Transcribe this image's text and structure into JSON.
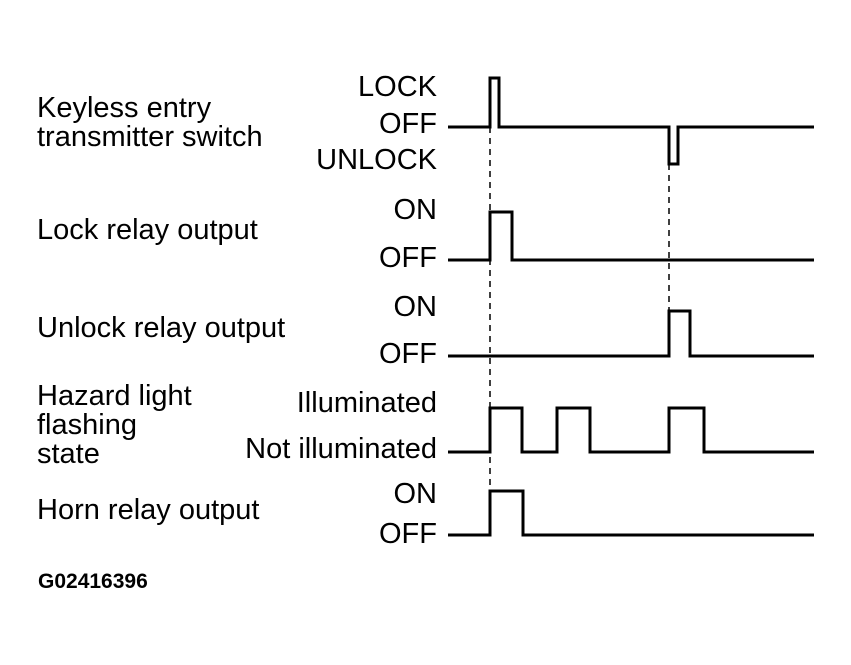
{
  "signals": [
    {
      "id": "keyless",
      "name": "Keyless entry transmitter switch",
      "name_lines": [
        "Keyless entry",
        "transmitter switch"
      ],
      "states": [
        "LOCK",
        "OFF",
        "UNLOCK"
      ]
    },
    {
      "id": "lock",
      "name": "Lock relay output",
      "name_lines": [
        "Lock relay output"
      ],
      "states": [
        "ON",
        "OFF"
      ]
    },
    {
      "id": "unlock",
      "name": "Unlock relay output",
      "name_lines": [
        "Unlock relay output"
      ],
      "states": [
        "ON",
        "OFF"
      ]
    },
    {
      "id": "hazard",
      "name": "Hazard light flashing state",
      "name_lines": [
        "Hazard light",
        "flashing",
        "state"
      ],
      "states": [
        "Illuminated",
        "Not illuminated"
      ]
    },
    {
      "id": "horn",
      "name": "Horn relay output",
      "name_lines": [
        "Horn relay output"
      ],
      "states": [
        "ON",
        "OFF"
      ]
    }
  ],
  "figure_code": "G02416396"
}
